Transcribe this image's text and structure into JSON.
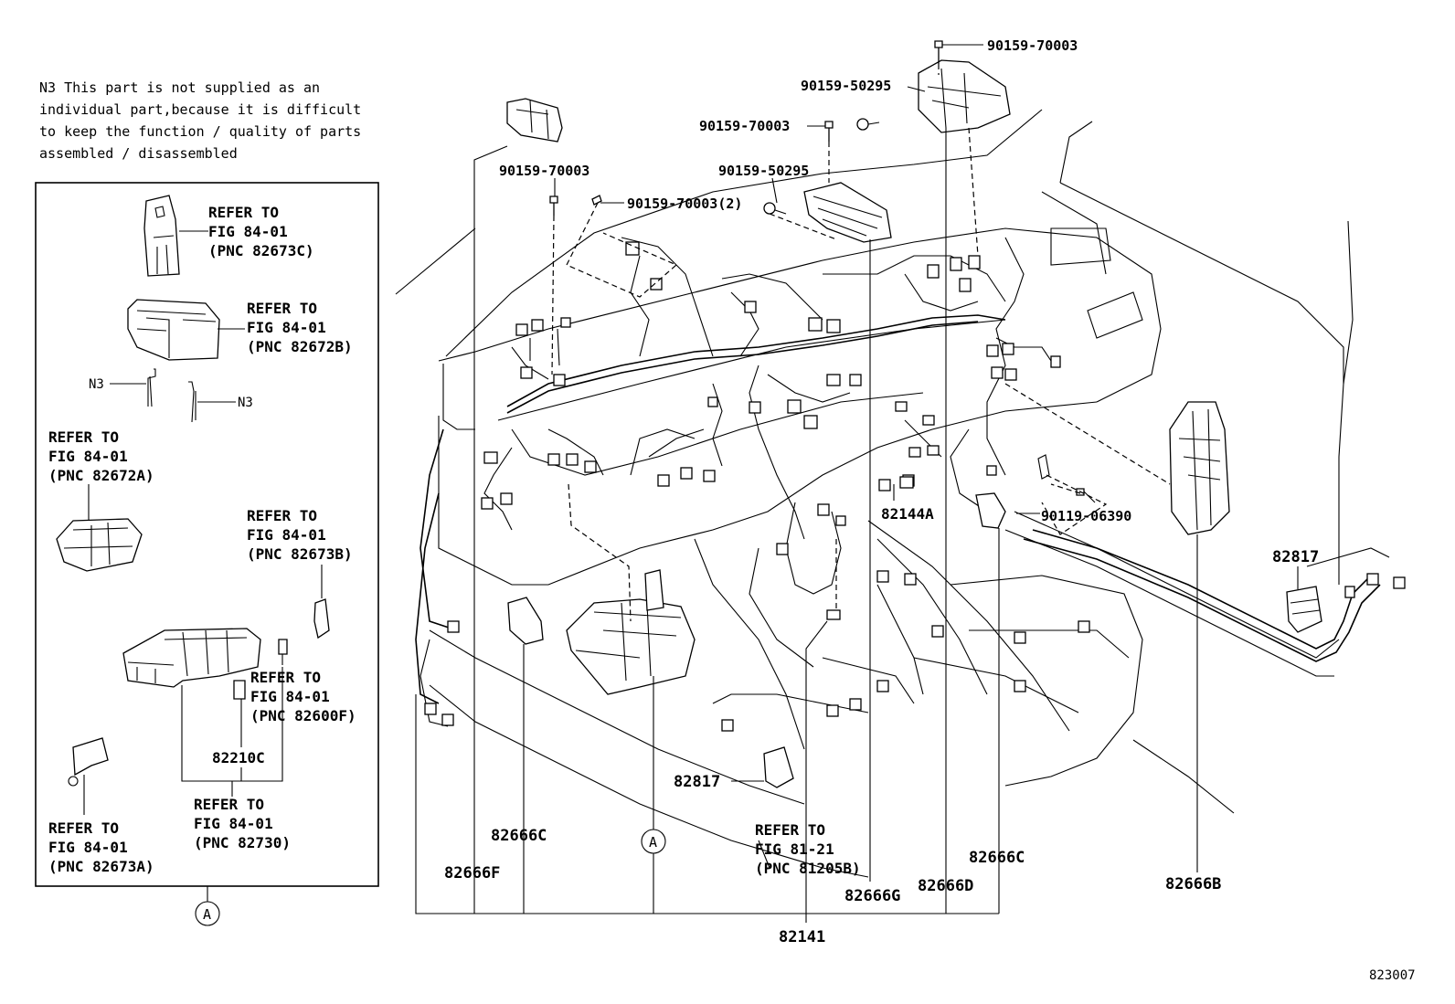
{
  "note": {
    "lines": [
      "N3 This part is not supplied as an",
      "individual part,because it is difficult",
      "to keep the function / quality of parts",
      "assembled / disassembled"
    ]
  },
  "inset": {
    "refs": [
      {
        "line1": "REFER TO",
        "line2": "FIG 84-01",
        "line3": "(PNC 82673C)"
      },
      {
        "line1": "REFER TO",
        "line2": "FIG 84-01",
        "line3": "(PNC 82672B)"
      },
      {
        "line1": "REFER TO",
        "line2": "FIG 84-01",
        "line3": "(PNC 82672A)"
      },
      {
        "line1": "REFER TO",
        "line2": "FIG 84-01",
        "line3": "(PNC 82673B)"
      },
      {
        "line1": "REFER TO",
        "line2": "FIG 84-01",
        "line3": "(PNC 82600F)"
      },
      {
        "line1": "REFER TO",
        "line2": "FIG 84-01",
        "line3": "(PNC 82730)"
      },
      {
        "line1": "REFER TO",
        "line2": "FIG 84-01",
        "line3": "(PNC 82673A)"
      }
    ],
    "n3_a": "N3",
    "n3_b": "N3",
    "part_82210c": "82210C",
    "circle_a": "A"
  },
  "callouts": {
    "p90159_70003_top": "90159-70003",
    "p90159_50295_top": "90159-50295",
    "p90159_70003_mid": "90159-70003",
    "p90159_70003_left": "90159-70003",
    "p90159_50295_mid": "90159-50295",
    "p90159_70003_x2": "90159-70003(2)",
    "p82144a": "82144A",
    "p90119_06390": "90119-06390",
    "p82817_right": "82817",
    "p82817_center": "82817",
    "p82666c_left": "82666C",
    "p82666f": "82666F",
    "circle_a_main": "A",
    "refer_81_line1": "REFER TO",
    "refer_81_line2": "FIG 81-21",
    "refer_81_line3": "(PNC 81205B)",
    "p82666g": "82666G",
    "p82666d": "82666D",
    "p82666c_right": "82666C",
    "p82666b": "82666B",
    "p82141": "82141"
  },
  "figure_number": "823007"
}
